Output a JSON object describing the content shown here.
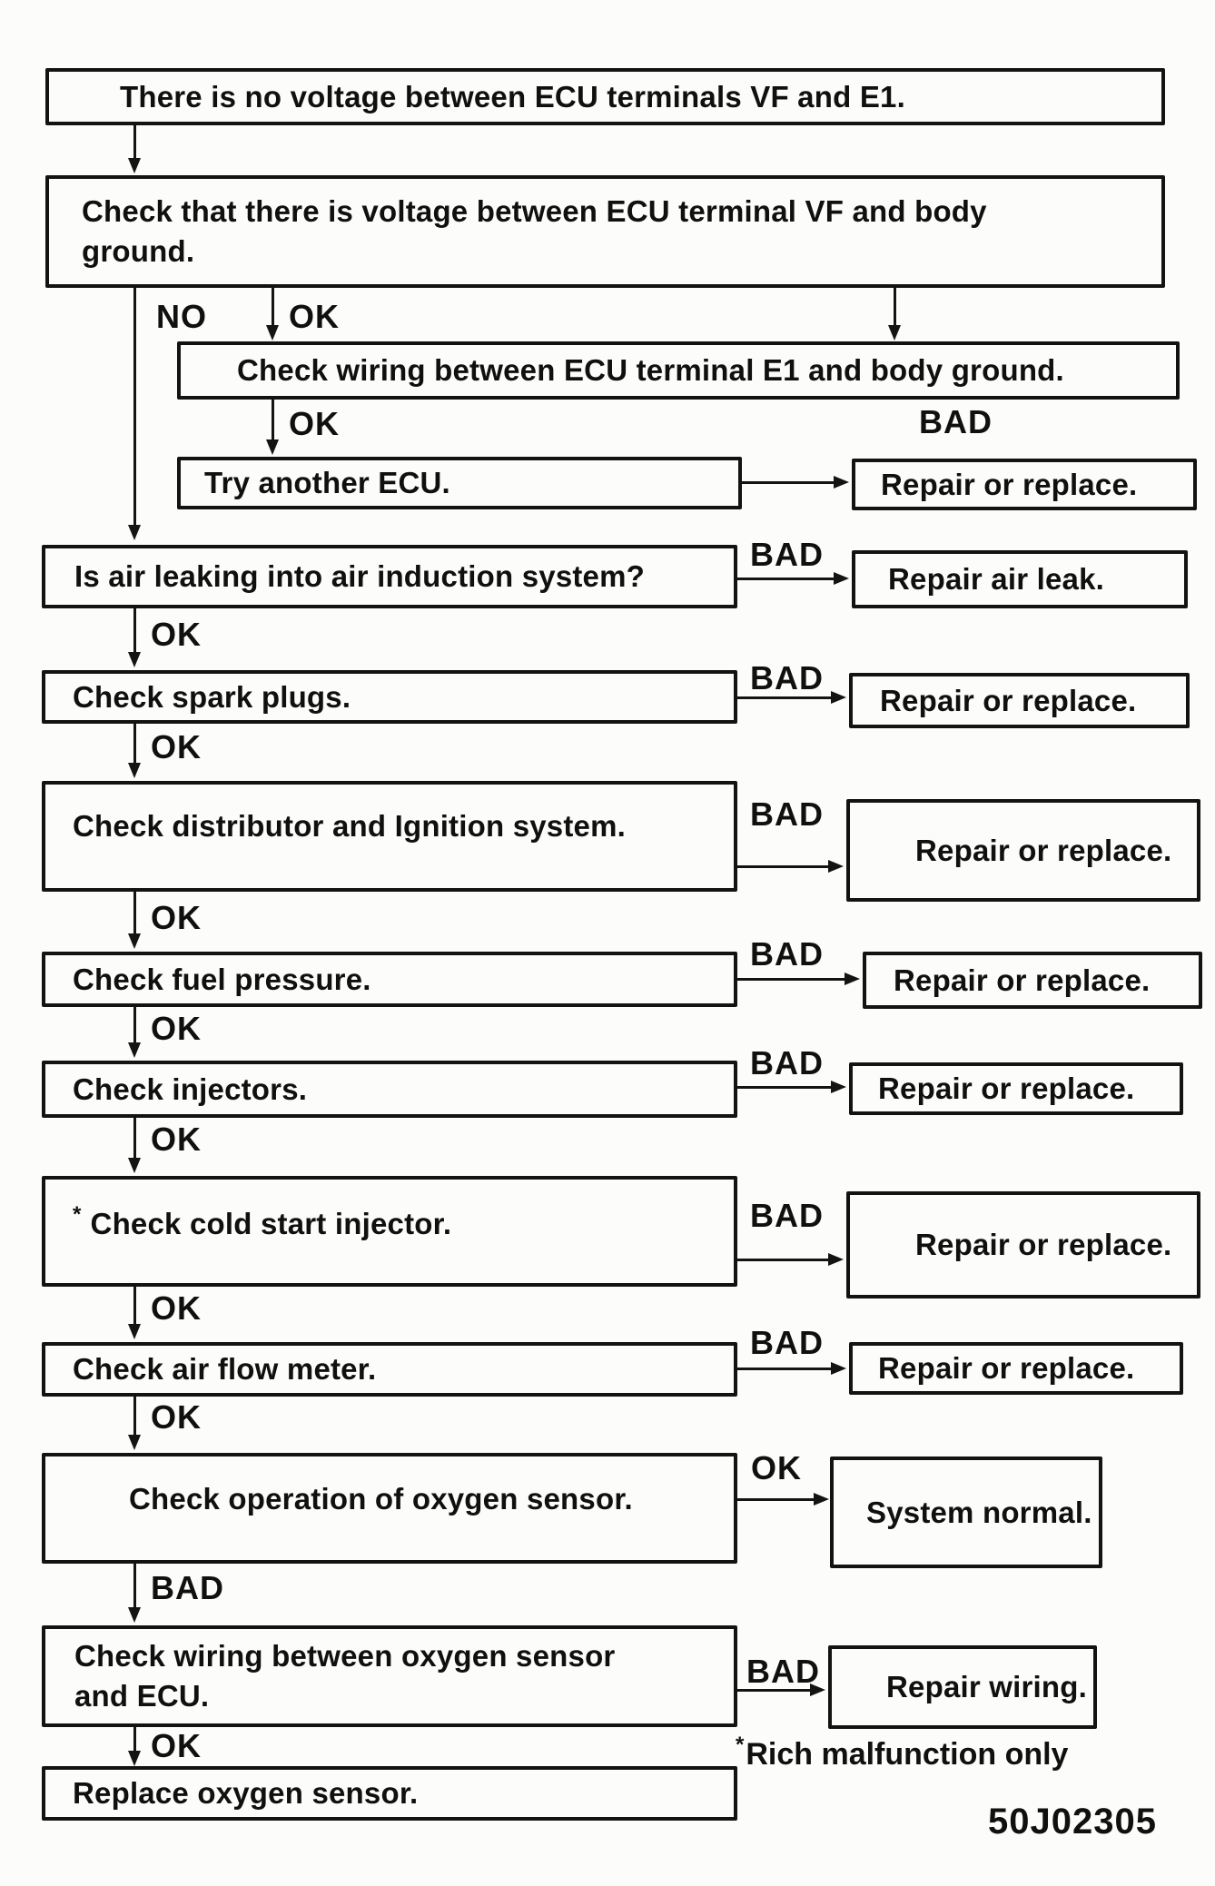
{
  "labels": {
    "no": "NO",
    "ok": "OK",
    "bad": "BAD"
  },
  "nodes": {
    "start": "There is no voltage between ECU terminals VF and E1.",
    "check_vf_line1": "Check that there is voltage between ECU terminal VF and body",
    "check_vf_line2": "ground.",
    "check_e1": "Check wiring between ECU terminal E1 and body ground.",
    "try_ecu": "Try another ECU.",
    "repair_or_replace": "Repair or replace.",
    "air_leak": "Is air leaking into air induction system?",
    "repair_air_leak": "Repair air leak.",
    "spark_plugs": "Check spark plugs.",
    "distributor": "Check distributor and Ignition system.",
    "fuel_pressure": "Check fuel pressure.",
    "injectors": "Check injectors.",
    "cold_start_star": "*",
    "cold_start": "Check cold start injector.",
    "air_flow": "Check air flow meter.",
    "o2_operation": "Check operation of oxygen sensor.",
    "system_normal": "System normal.",
    "o2_wiring_line1": "Check wiring between oxygen sensor",
    "o2_wiring_line2": "and ECU.",
    "repair_wiring": "Repair wiring.",
    "replace_o2": "Replace oxygen sensor."
  },
  "footnote": {
    "star": "*",
    "text": "Rich malfunction only"
  },
  "figure_code": "50J02305",
  "colors": {
    "ink": "#131313",
    "paper": "#fcfcfa"
  }
}
